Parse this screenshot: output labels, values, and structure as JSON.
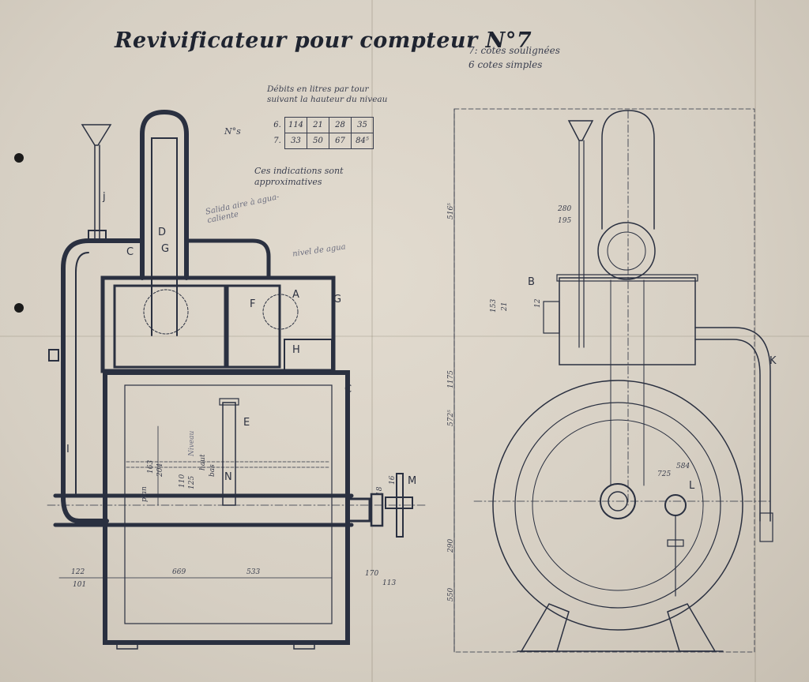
{
  "drawing": {
    "title": "Revivificateur pour compteur N°7",
    "legend": {
      "line1": "7: cotes soulignées",
      "line2": "6 cotes simples"
    },
    "table": {
      "heading": "Débits en litres par tour suivant la hauteur du niveau",
      "side_label": "N°s",
      "rows": [
        {
          "compteur": "6.",
          "values": [
            "114",
            "21",
            "28",
            "35"
          ]
        },
        {
          "compteur": "7.",
          "values": [
            "33",
            "50",
            "67",
            "84⁵"
          ]
        }
      ]
    },
    "notes": {
      "approx": "Ces indications sont approximatives",
      "pencil_left": "Salida aire à agua-caliente",
      "pencil_middle": "nivel de agua",
      "pencil_level": "Niveau"
    },
    "part_letters": {
      "D": "D",
      "G_left": "G",
      "C_top": "C",
      "j": "j",
      "F": "F",
      "A": "A",
      "G_right": "G",
      "H": "H",
      "C_side": "C",
      "E": "E",
      "I": "I",
      "N": "N",
      "M": "M",
      "B": "B",
      "K": "K",
      "L": "L"
    },
    "dimensions": {
      "d122": "122",
      "d101": "101",
      "d669": "669",
      "d533": "533",
      "d170": "170",
      "d113": "113",
      "d18": "18",
      "d16": "16",
      "d163": "163",
      "d204": "204",
      "d110": "110",
      "d125": "125",
      "haut": "haut",
      "bas": "bas",
      "plan": "plan",
      "d5165": "516⁵",
      "d1175": "1175",
      "d5725": "572⁵",
      "d290": "290",
      "d550": "550",
      "d280": "280",
      "d195": "195",
      "d153": "153",
      "d21": "21",
      "d12": "12",
      "d725": "725",
      "d584": "584"
    },
    "colors": {
      "paper": "#d7d0c4",
      "ink": "#2a3040",
      "pencil": "#6d6f80"
    }
  }
}
